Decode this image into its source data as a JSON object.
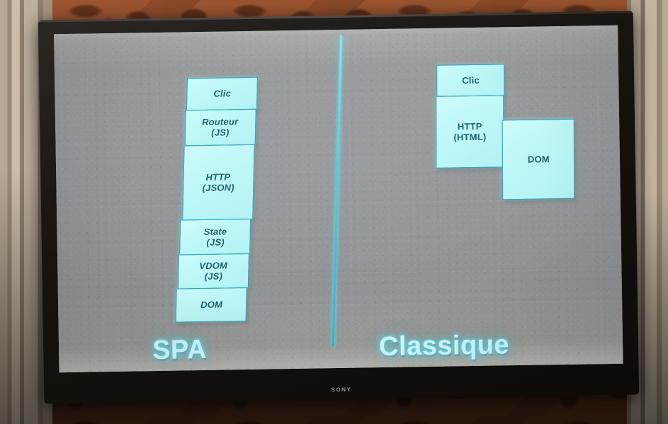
{
  "scene": {
    "device": "flat-screen-tv",
    "tv_brand_label": "SONY",
    "wall": "damask-wallpaper",
    "screen_background_color": "#949699"
  },
  "slide": {
    "accent_color": "#36cde0",
    "box_fill_color": "#bdf7f8",
    "box_border_color": "#2fa6bd",
    "box_text_color": "#14626f",
    "caption_color": "#cffcff",
    "divider": {
      "name": "vertical-divider",
      "color": "#36cde0"
    },
    "columns": [
      {
        "id": "spa",
        "caption": "SPA",
        "boxes": [
          {
            "label": "Clic",
            "italic": true
          },
          {
            "label": "Routeur\n(JS)",
            "italic": true
          },
          {
            "label": "HTTP\n(JSON)",
            "italic": true
          },
          {
            "label": "State\n(JS)",
            "italic": true
          },
          {
            "label": "VDOM\n(JS)",
            "italic": true
          },
          {
            "label": "DOM",
            "italic": true
          }
        ]
      },
      {
        "id": "classique",
        "caption": "Classique",
        "boxes": [
          {
            "label": "Clic",
            "italic": false
          },
          {
            "label": "HTTP\n(HTML)",
            "italic": false
          },
          {
            "label": "DOM",
            "italic": false
          }
        ]
      }
    ]
  }
}
